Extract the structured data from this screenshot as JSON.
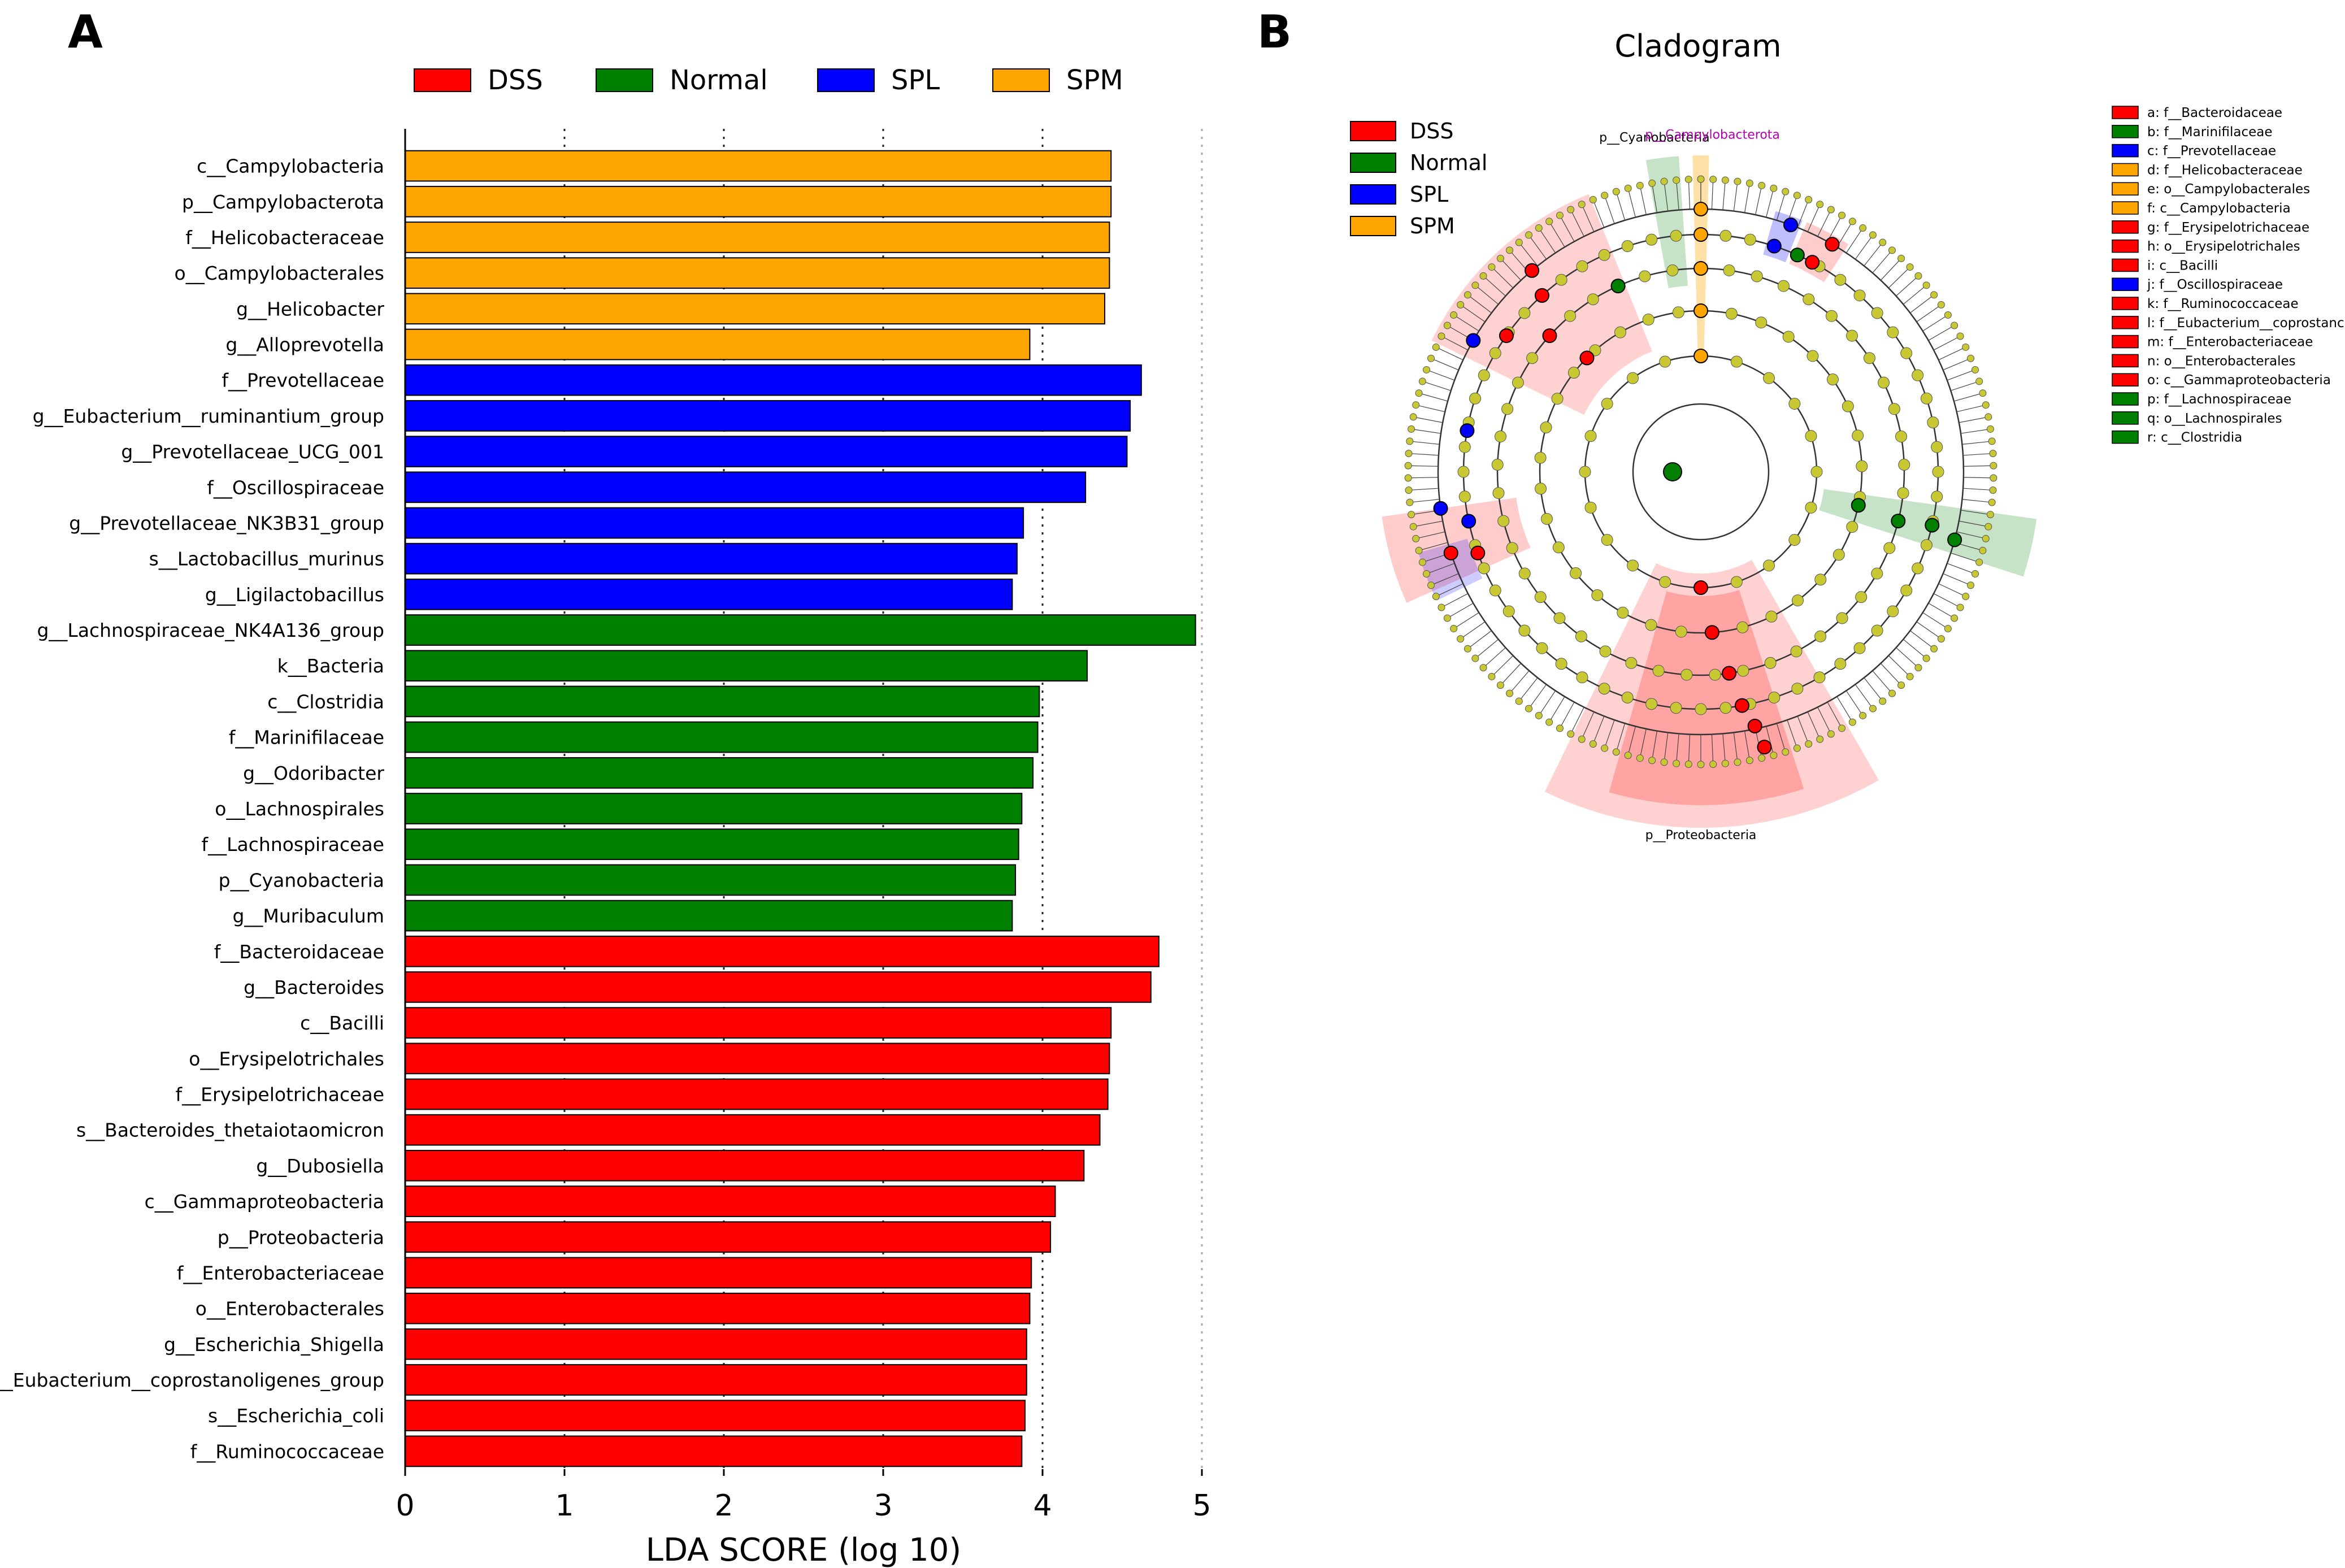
{
  "panels": {
    "a": "A",
    "b": "B"
  },
  "colors": {
    "DSS": "#ff0000",
    "Normal": "#008000",
    "SPL": "#0000ff",
    "SPM": "#ffa500",
    "node": "#c8c832"
  },
  "chart_data": {
    "type": "bar",
    "orientation": "horizontal",
    "xlabel": "LDA SCORE (log 10)",
    "xlim": [
      0,
      5
    ],
    "xticks": [
      0,
      1,
      2,
      3,
      4,
      5
    ],
    "grid": "vertical dotted",
    "legend": {
      "placement": "top",
      "entries": [
        "DSS",
        "Normal",
        "SPL",
        "SPM"
      ]
    },
    "bars": [
      {
        "label": "c__Campylobacteria",
        "value": 4.43,
        "group": "SPM"
      },
      {
        "label": "p__Campylobacterota",
        "value": 4.43,
        "group": "SPM"
      },
      {
        "label": "f__Helicobacteraceae",
        "value": 4.42,
        "group": "SPM"
      },
      {
        "label": "o__Campylobacterales",
        "value": 4.42,
        "group": "SPM"
      },
      {
        "label": "g__Helicobacter",
        "value": 4.39,
        "group": "SPM"
      },
      {
        "label": "g__Alloprevotella",
        "value": 3.92,
        "group": "SPM"
      },
      {
        "label": "f__Prevotellaceae",
        "value": 4.62,
        "group": "SPL"
      },
      {
        "label": "g__Eubacterium__ruminantium_group",
        "value": 4.55,
        "group": "SPL"
      },
      {
        "label": "g__Prevotellaceae_UCG_001",
        "value": 4.53,
        "group": "SPL"
      },
      {
        "label": "f__Oscillospiraceae",
        "value": 4.27,
        "group": "SPL"
      },
      {
        "label": "g__Prevotellaceae_NK3B31_group",
        "value": 3.88,
        "group": "SPL"
      },
      {
        "label": "s__Lactobacillus_murinus",
        "value": 3.84,
        "group": "SPL"
      },
      {
        "label": "g__Ligilactobacillus",
        "value": 3.81,
        "group": "SPL"
      },
      {
        "label": "g__Lachnospiraceae_NK4A136_group",
        "value": 4.96,
        "group": "Normal"
      },
      {
        "label": "k__Bacteria",
        "value": 4.28,
        "group": "Normal"
      },
      {
        "label": "c__Clostridia",
        "value": 3.98,
        "group": "Normal"
      },
      {
        "label": "f__Marinifilaceae",
        "value": 3.97,
        "group": "Normal"
      },
      {
        "label": "g__Odoribacter",
        "value": 3.94,
        "group": "Normal"
      },
      {
        "label": "o__Lachnospirales",
        "value": 3.87,
        "group": "Normal"
      },
      {
        "label": "f__Lachnospiraceae",
        "value": 3.85,
        "group": "Normal"
      },
      {
        "label": "p__Cyanobacteria",
        "value": 3.83,
        "group": "Normal"
      },
      {
        "label": "g__Muribaculum",
        "value": 3.81,
        "group": "Normal"
      },
      {
        "label": "f__Bacteroidaceae",
        "value": 4.73,
        "group": "DSS"
      },
      {
        "label": "g__Bacteroides",
        "value": 4.68,
        "group": "DSS"
      },
      {
        "label": "c__Bacilli",
        "value": 4.43,
        "group": "DSS"
      },
      {
        "label": "o__Erysipelotrichales",
        "value": 4.42,
        "group": "DSS"
      },
      {
        "label": "f__Erysipelotrichaceae",
        "value": 4.41,
        "group": "DSS"
      },
      {
        "label": "s__Bacteroides_thetaiotaomicron",
        "value": 4.36,
        "group": "DSS"
      },
      {
        "label": "g__Dubosiella",
        "value": 4.26,
        "group": "DSS"
      },
      {
        "label": "c__Gammaproteobacteria",
        "value": 4.08,
        "group": "DSS"
      },
      {
        "label": "p__Proteobacteria",
        "value": 4.05,
        "group": "DSS"
      },
      {
        "label": "f__Enterobacteriaceae",
        "value": 3.93,
        "group": "DSS"
      },
      {
        "label": "o__Enterobacterales",
        "value": 3.92,
        "group": "DSS"
      },
      {
        "label": "g__Escherichia_Shigella",
        "value": 3.9,
        "group": "DSS"
      },
      {
        "label": "g__Eubacterium__coprostanoligenes_group",
        "value": 3.9,
        "group": "DSS"
      },
      {
        "label": "s__Escherichia_coli",
        "value": 3.89,
        "group": "DSS"
      },
      {
        "label": "f__Ruminococcaceae",
        "value": 3.87,
        "group": "DSS"
      }
    ]
  },
  "cladogram": {
    "title": "Cladogram",
    "legend": [
      "DSS",
      "Normal",
      "SPL",
      "SPM"
    ],
    "outer_labels": [
      "p__Cyanobacteria",
      "p__Campylobacterota",
      "p__Proteobacteria"
    ],
    "key": [
      {
        "letter": "a",
        "text": "a: f__Bacteroidaceae",
        "group": "DSS"
      },
      {
        "letter": "b",
        "text": "b: f__Marinifilaceae",
        "group": "Normal"
      },
      {
        "letter": "c",
        "text": "c: f__Prevotellaceae",
        "group": "SPL"
      },
      {
        "letter": "d",
        "text": "d: f__Helicobacteraceae",
        "group": "SPM"
      },
      {
        "letter": "e",
        "text": "e: o__Campylobacterales",
        "group": "SPM"
      },
      {
        "letter": "f",
        "text": "f: c__Campylobacteria",
        "group": "SPM"
      },
      {
        "letter": "g",
        "text": "g: f__Erysipelotrichaceae",
        "group": "DSS"
      },
      {
        "letter": "h",
        "text": "h: o__Erysipelotrichales",
        "group": "DSS"
      },
      {
        "letter": "i",
        "text": "i: c__Bacilli",
        "group": "DSS"
      },
      {
        "letter": "j",
        "text": "j: f__Oscillospiraceae",
        "group": "SPL"
      },
      {
        "letter": "k",
        "text": "k: f__Ruminococcaceae",
        "group": "DSS"
      },
      {
        "letter": "l",
        "text": "l: f__Eubacterium__coprostanc",
        "group": "DSS"
      },
      {
        "letter": "m",
        "text": "m: f__Enterobacteriaceae",
        "group": "DSS"
      },
      {
        "letter": "n",
        "text": "n: o__Enterobacterales",
        "group": "DSS"
      },
      {
        "letter": "o",
        "text": "o: c__Gammaproteobacteria",
        "group": "DSS"
      },
      {
        "letter": "p",
        "text": "p: f__Lachnospiraceae",
        "group": "Normal"
      },
      {
        "letter": "q",
        "text": "q: o__Lachnospirales",
        "group": "Normal"
      },
      {
        "letter": "r",
        "text": "r: c__Clostridia",
        "group": "Normal"
      }
    ]
  }
}
